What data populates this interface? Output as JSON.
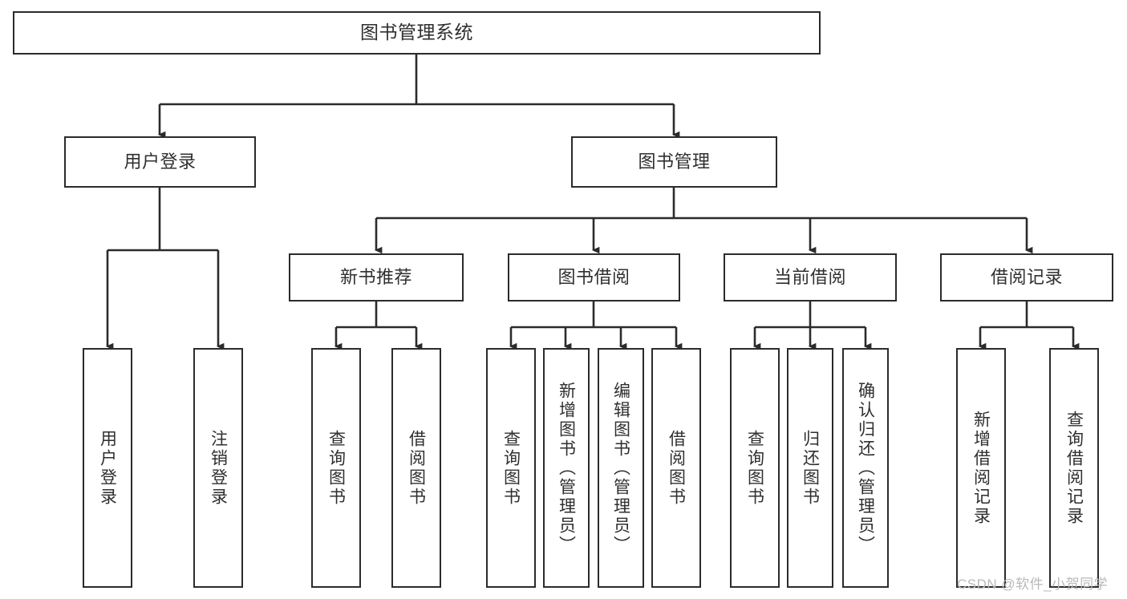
{
  "diagram": {
    "title": "图书管理系统",
    "type": "tree-hierarchy",
    "levels": [
      {
        "level": 1,
        "nodes": [
          {
            "id": "root",
            "label": "图书管理系统",
            "orientation": "horizontal"
          }
        ]
      },
      {
        "level": 2,
        "nodes": [
          {
            "id": "login",
            "label": "用户登录",
            "orientation": "horizontal",
            "parent": "root"
          },
          {
            "id": "bookmgmt",
            "label": "图书管理",
            "orientation": "horizontal",
            "parent": "root"
          }
        ]
      },
      {
        "level": 3,
        "nodes": [
          {
            "id": "newbook",
            "label": "新书推荐",
            "orientation": "horizontal",
            "parent": "bookmgmt"
          },
          {
            "id": "borrow",
            "label": "图书借阅",
            "orientation": "horizontal",
            "parent": "bookmgmt"
          },
          {
            "id": "current",
            "label": "当前借阅",
            "orientation": "horizontal",
            "parent": "bookmgmt"
          },
          {
            "id": "records",
            "label": "借阅记录",
            "orientation": "horizontal",
            "parent": "bookmgmt"
          }
        ]
      },
      {
        "level": 4,
        "nodes": [
          {
            "id": "leaf1",
            "label": "用户登录",
            "orientation": "vertical",
            "parent": "login"
          },
          {
            "id": "leaf2",
            "label": "注销登录",
            "orientation": "vertical",
            "parent": "login"
          },
          {
            "id": "leaf3",
            "label": "查询图书",
            "orientation": "vertical",
            "parent": "newbook"
          },
          {
            "id": "leaf4",
            "label": "借阅图书",
            "orientation": "vertical",
            "parent": "newbook"
          },
          {
            "id": "leaf5",
            "label": "查询图书",
            "orientation": "vertical",
            "parent": "borrow"
          },
          {
            "id": "leaf6",
            "label": "新增图书（管理员）",
            "orientation": "vertical",
            "parent": "borrow"
          },
          {
            "id": "leaf7",
            "label": "编辑图书（管理员）",
            "orientation": "vertical",
            "parent": "borrow"
          },
          {
            "id": "leaf8",
            "label": "借阅图书",
            "orientation": "vertical",
            "parent": "borrow"
          },
          {
            "id": "leaf9",
            "label": "查询图书",
            "orientation": "vertical",
            "parent": "current"
          },
          {
            "id": "leaf10",
            "label": "归还图书",
            "orientation": "vertical",
            "parent": "current"
          },
          {
            "id": "leaf11",
            "label": "确认归还（管理员）",
            "orientation": "vertical",
            "parent": "current"
          },
          {
            "id": "leaf12",
            "label": "新增借阅记录",
            "orientation": "vertical",
            "parent": "records"
          },
          {
            "id": "leaf13",
            "label": "查询借阅记录",
            "orientation": "vertical",
            "parent": "records"
          }
        ]
      }
    ],
    "colors": {
      "box_border": "#2b2b2b",
      "box_fill": "#ffffff",
      "text": "#2f2f2f",
      "connector": "#2b2b2b",
      "watermark": "#b9b9b9",
      "background": "#ffffff"
    }
  },
  "watermark": {
    "text": "CSDN @软件_小贺同学"
  }
}
